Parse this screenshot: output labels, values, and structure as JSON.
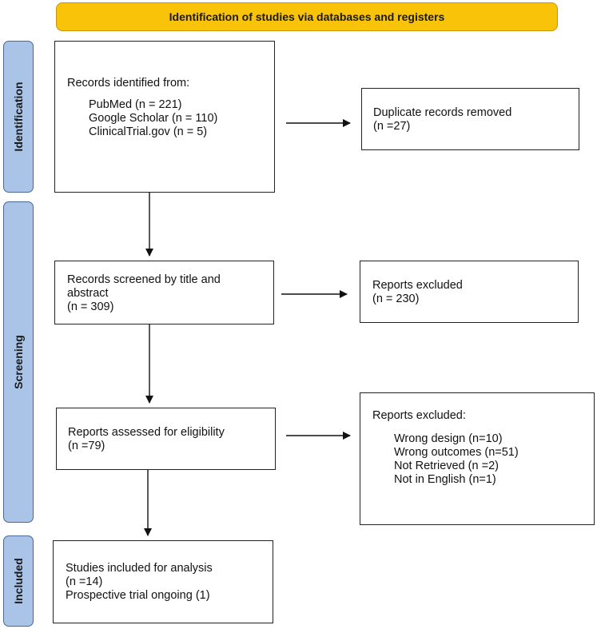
{
  "header": {
    "title": "Identification of studies via databases and registers"
  },
  "stages": {
    "identification": "Identification",
    "screening": "Screening",
    "included": "Included"
  },
  "records_identified": {
    "heading": "Records identified from:",
    "sources": [
      "PubMed (n = 221)",
      "Google Scholar (n = 110)",
      "ClinicalTrial.gov (n = 5)"
    ]
  },
  "duplicates_removed": {
    "line1": "Duplicate records removed",
    "line2": "(n =27)"
  },
  "records_screened": {
    "line1": "Records screened by title and",
    "line2": "abstract",
    "line3": "(n = 309)"
  },
  "reports_excluded_screening": {
    "line1": "Reports excluded",
    "line2": "(n = 230)"
  },
  "reports_assessed": {
    "line1": "Reports assessed for eligibility",
    "line2": "(n =79)"
  },
  "reports_excluded_eligibility": {
    "heading": "Reports excluded:",
    "reasons": [
      "Wrong design (n=10)",
      "Wrong outcomes (n=51)",
      "Not Retrieved (n =2)",
      "Not in English (n=1)"
    ]
  },
  "studies_included": {
    "line1": "Studies included for analysis",
    "line2": "(n =14)",
    "line3": "Prospective trial ongoing (1)"
  }
}
